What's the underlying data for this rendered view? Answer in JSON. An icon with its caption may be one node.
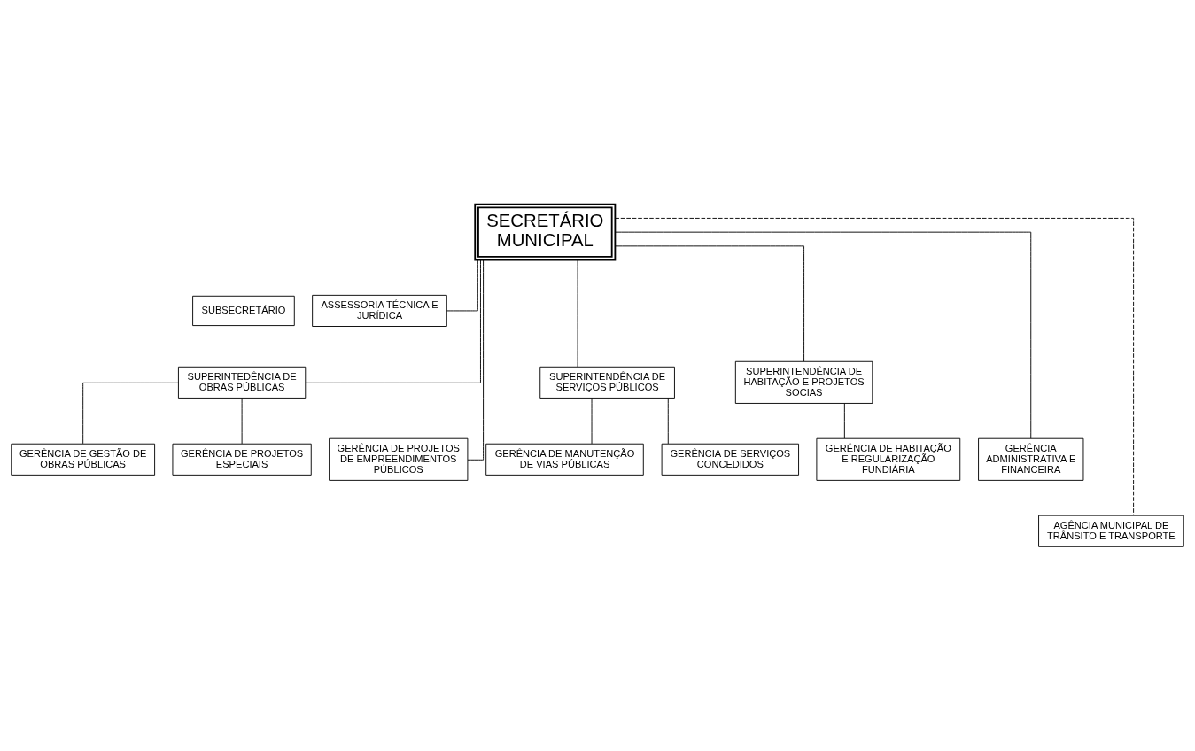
{
  "diagram": {
    "nodes": [
      {
        "text": [
          "SECRETÁRIO MUNICIPAL"
        ]
      },
      {
        "text": [
          "SUBSECRETÁRIO"
        ]
      },
      {
        "text": [
          "ASSESSORIA TÉCNICA E JURÍDICA"
        ]
      },
      {
        "text": [
          "SUPERINTEDÊNCIA DE OBRAS PÚBLICAS"
        ]
      },
      {
        "text": [
          "GERÊNCIA DE PROJETOS DE EMPREENDIMENTOS PÚBLICOS"
        ]
      },
      {
        "text": [
          "SUPERINTENDÊNCIA DE SERVIÇOS PÚBLICOS"
        ]
      },
      {
        "text": [
          "SUPERINTENDÊNCIA DE HABITAÇÃO E PROJETOS SOCIAS"
        ]
      },
      {
        "text": [
          "GERÊNCIA ADMINISTRATIVA E FINANCEIRA"
        ]
      },
      {
        "text": [
          "GERÊNCIA DE GESTÃO DE OBRAS PÚBLICAS"
        ]
      },
      {
        "text": [
          "GERÊNCIA DE PROJETOS ESPECIAIS"
        ]
      },
      {
        "text": [
          "GERÊNCIA DE MANUTENÇÃO DE VIAS PÚBLICAS"
        ]
      },
      {
        "text": [
          "GERÊNCIA DE SERVIÇOS CONCEDIDOS"
        ]
      },
      {
        "text": [
          "GERÊNCIA DE HABITAÇÃO E REGULARIZAÇÃO FUNDIÁRIA"
        ]
      },
      {
        "text": [
          "AGÊNCIA MUNICIPAL DE TRÂNSITO E TRANSPORTE"
        ]
      }
    ],
    "edges": [
      {
        "from": 0,
        "to": 2,
        "arrow": "none"
      },
      {
        "from": 0,
        "to": 3,
        "arrow": "none"
      },
      {
        "from": 0,
        "to": 4,
        "arrow": "none"
      },
      {
        "from": 0,
        "to": 5,
        "arrow": "none"
      },
      {
        "from": 0,
        "to": 6,
        "arrow": "none"
      },
      {
        "from": 0,
        "to": 7,
        "arrow": "none"
      },
      {
        "from": 3,
        "to": 8,
        "arrow": "none"
      },
      {
        "from": 3,
        "to": 9,
        "arrow": "none"
      },
      {
        "from": 5,
        "to": 10,
        "arrow": "none"
      },
      {
        "from": 5,
        "to": 11,
        "arrow": "none"
      },
      {
        "from": 6,
        "to": 12,
        "arrow": "none"
      },
      {
        "from": 0,
        "to": 13,
        "arrow": "none",
        "style": "dashed"
      }
    ]
  }
}
